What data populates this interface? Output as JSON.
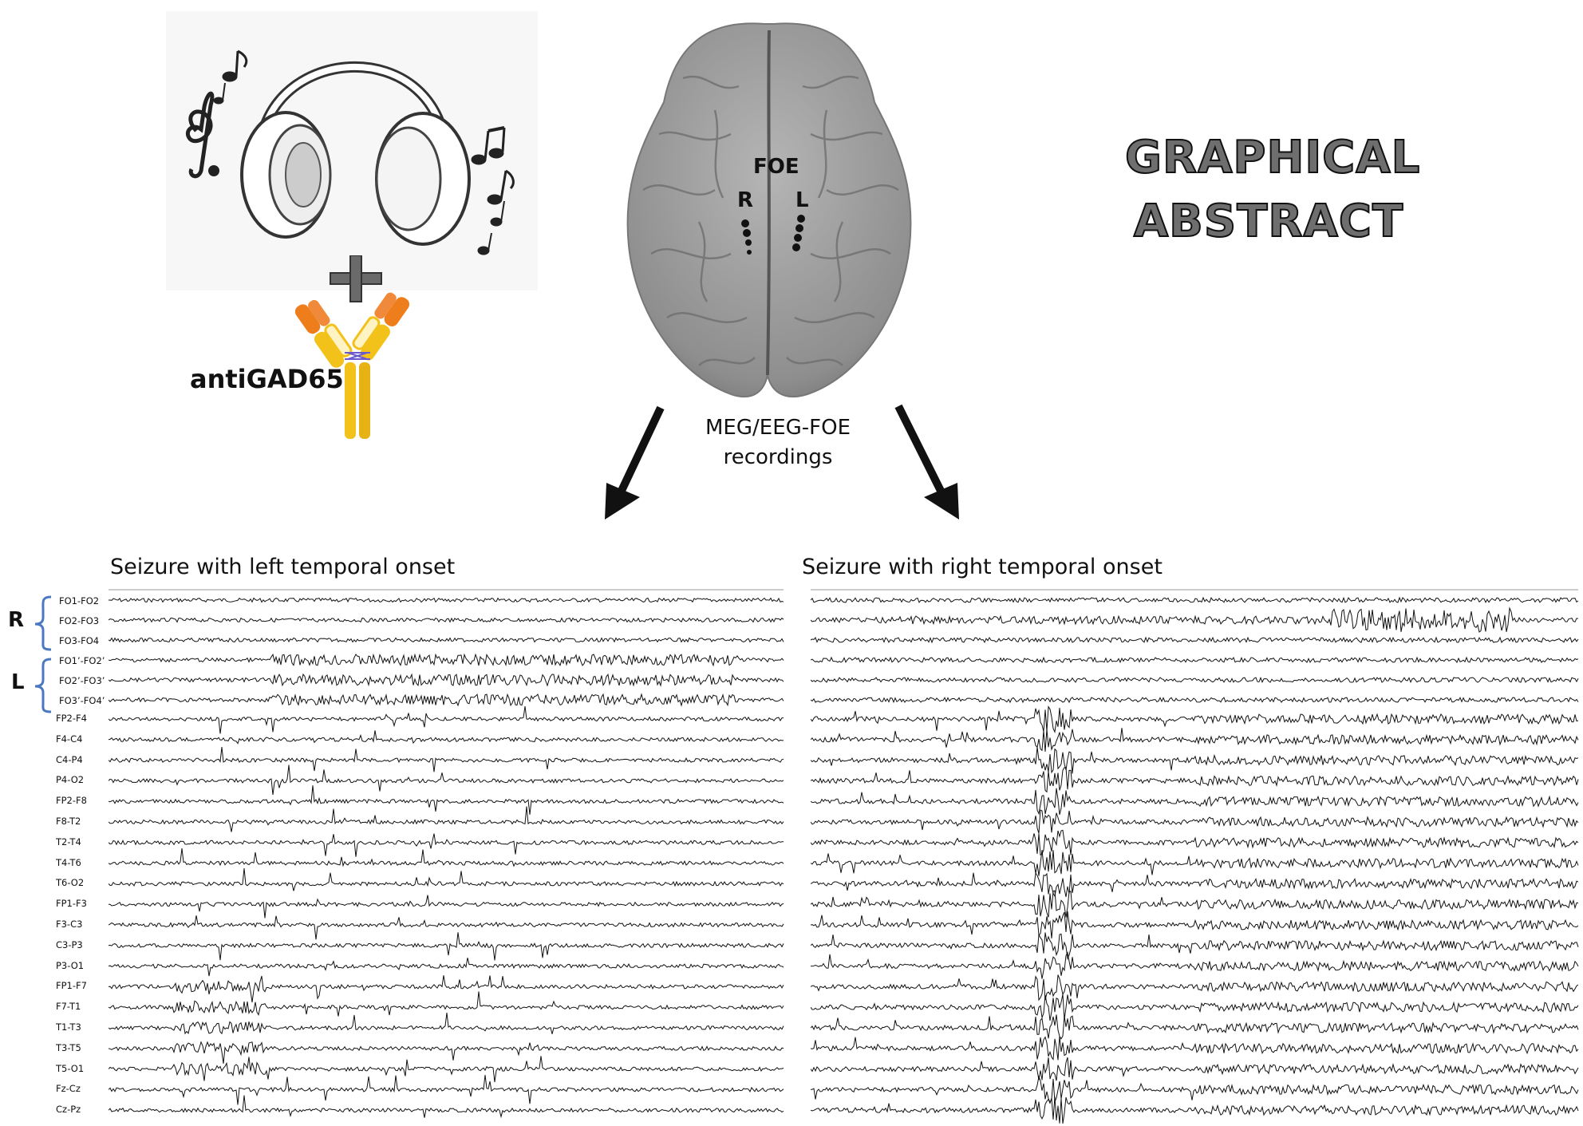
{
  "title": "GRAPHICAL ABSTRACT",
  "antibody_label": "antiGAD65",
  "brain": {
    "center_label": "FOE",
    "right_label": "R",
    "left_label": "L"
  },
  "recording_caption": {
    "line1": "MEG/EEG-FOE",
    "line2": "recordings"
  },
  "left_panel": {
    "title": "Seizure with left temporal onset",
    "group_right": "R",
    "group_left": "L",
    "foe_channels": [
      "FO1-FO2",
      "FO2-FO3",
      "FO3-FO4",
      "FO1’-FO2’",
      "FO2’-FO3’",
      "FO3’-FO4’"
    ],
    "eeg_channels": [
      "FP2-F4",
      "F4-C4",
      "C4-P4",
      "P4-O2",
      "FP2-F8",
      "F8-T2",
      "T2-T4",
      "T4-T6",
      "T6-O2",
      "FP1-F3",
      "F3-C3",
      "C3-P3",
      "P3-O1",
      "FP1-F7",
      "F7-T1",
      "T1-T3",
      "T3-T5",
      "T5-O1",
      "Fz-Cz",
      "Cz-Pz"
    ]
  },
  "right_panel": {
    "title": "Seizure with right temporal onset"
  },
  "colors": {
    "ink": "#111111",
    "brain_fill": "#9a9a9a",
    "brain_shadow": "#6f6f6f",
    "antibody_yellow": "#f2c21b",
    "antibody_orange": "#ee7d1c",
    "bracket_blue": "#4a78c2",
    "title_fill": "#6e6e6e"
  },
  "icons": [
    "headphones-icon",
    "treble-clef-icon",
    "music-note-icon",
    "plus-icon",
    "antibody-icon",
    "brain-icon",
    "arrow-icon"
  ]
}
